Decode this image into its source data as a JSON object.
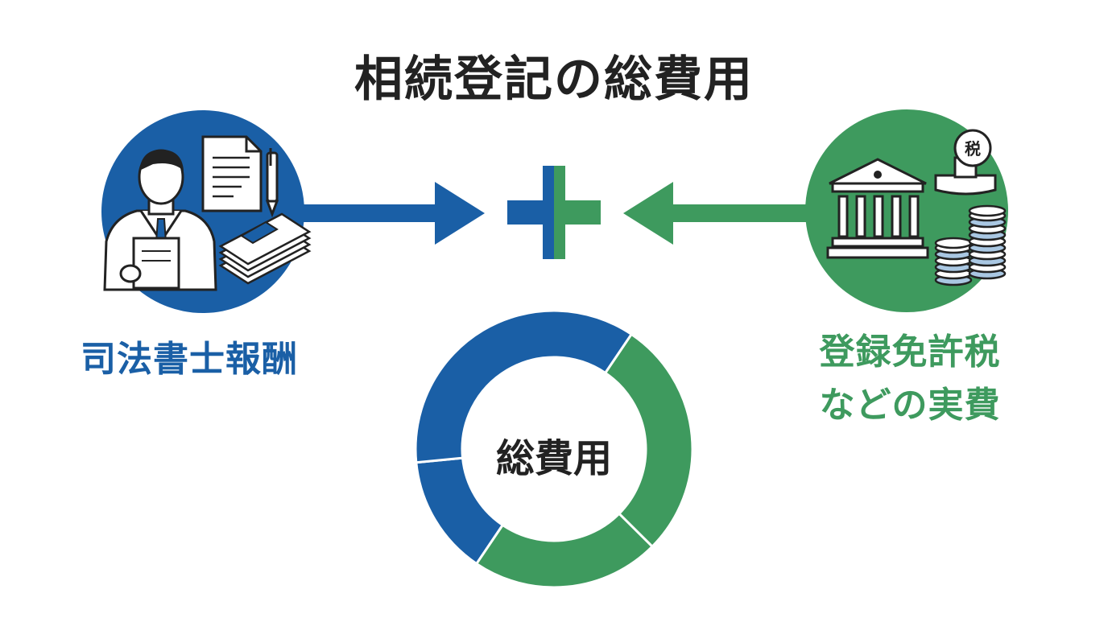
{
  "title": "相続登記の総費用",
  "left": {
    "label": "司法書士報酬",
    "color": "#1a5fa6",
    "icons": [
      "businessman-icon",
      "document-icon",
      "pen-icon",
      "cash-stack-icon"
    ]
  },
  "right": {
    "label_lines": [
      "登録免許税",
      "などの実費"
    ],
    "color": "#3e9a5e",
    "stamp_text": "税",
    "icons": [
      "government-building-icon",
      "tax-stamp-icon",
      "coin-stack-icon"
    ]
  },
  "center": {
    "plus_icon": "plus-icon",
    "donut_label": "総費用"
  },
  "donut_segments": [
    {
      "group": "left",
      "share": 0.14
    },
    {
      "group": "left",
      "share": 0.36
    },
    {
      "group": "right",
      "share": 0.28
    },
    {
      "group": "right",
      "share": 0.22
    }
  ]
}
